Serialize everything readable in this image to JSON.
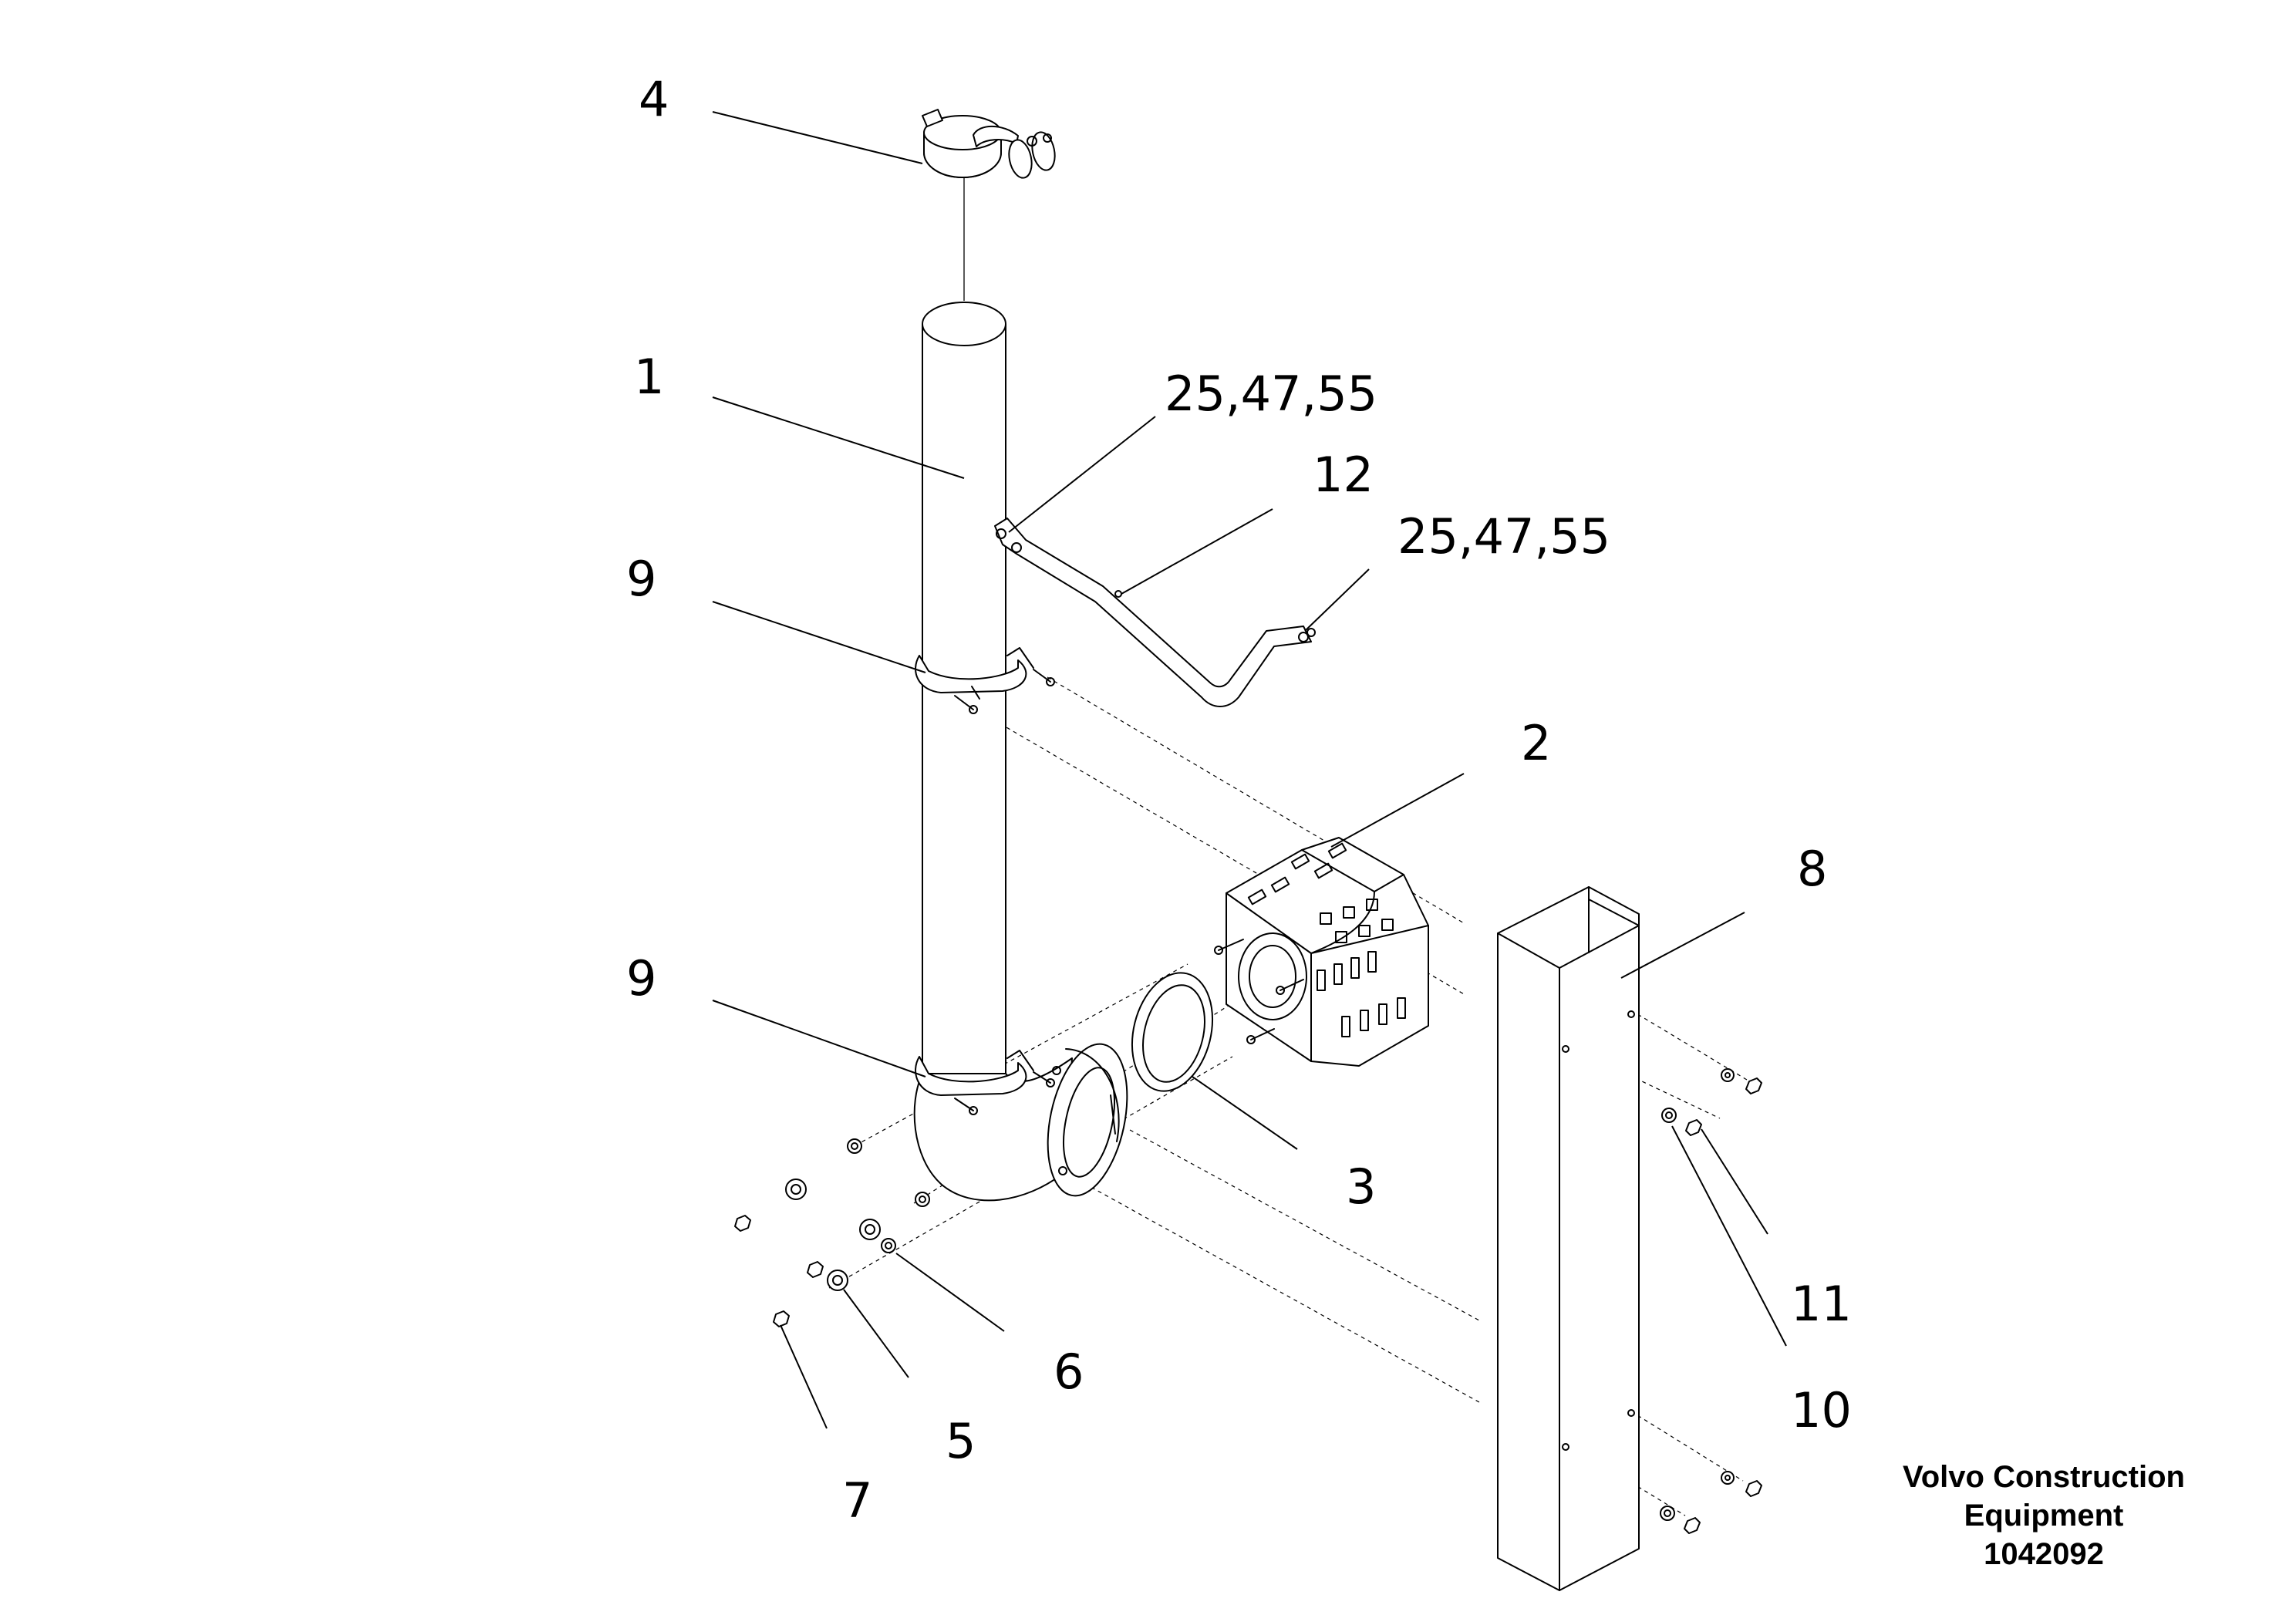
{
  "callouts": {
    "c1": "1",
    "c2": "2",
    "c3": "3",
    "c4": "4",
    "c5": "5",
    "c6": "6",
    "c7": "7",
    "c8": "8",
    "c9_upper": "9",
    "c9_lower": "9",
    "c10": "10",
    "c11": "11",
    "c12": "12",
    "c25_upper": "25,47,55",
    "c25_lower": "25,47,55"
  },
  "credit": {
    "line1": "Volvo Construction",
    "line2": "Equipment",
    "line3": "1042092"
  }
}
